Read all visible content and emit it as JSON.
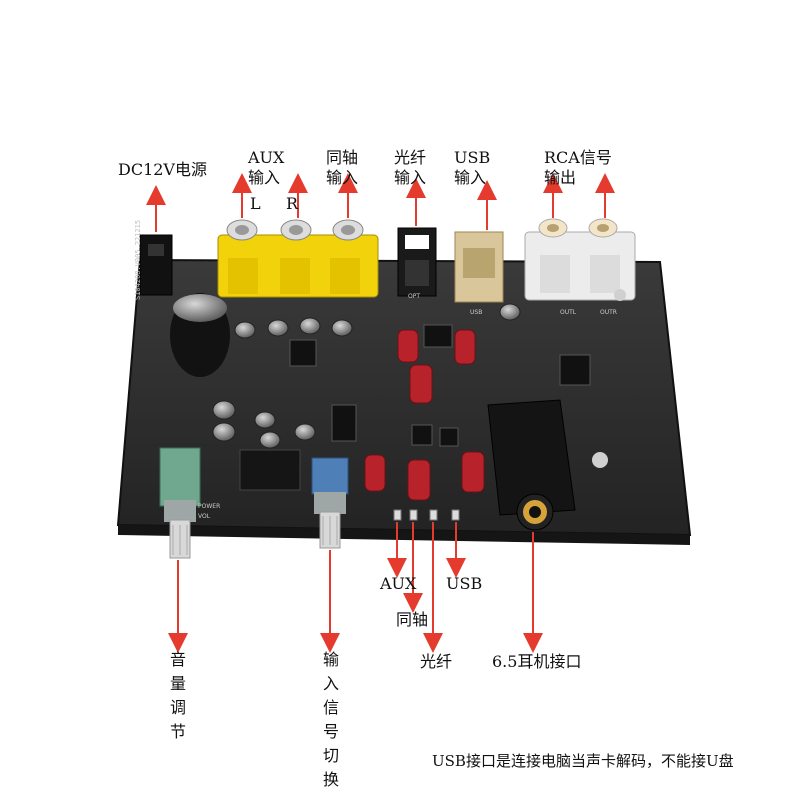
{
  "labels": {
    "dc12v_power": "DC12V电源",
    "aux_input": "AUX\n输入",
    "aux_l": "L",
    "aux_r": "R",
    "coax_input": "同轴\n输入",
    "optical_input": "光纤\n输入",
    "usb_input": "USB\n输入",
    "rca_output": "RCA信号\n输出",
    "led_aux": "AUX",
    "led_usb": "USB",
    "led_coax": "同轴",
    "led_optical": "光纤",
    "headphone_jack": "6.5耳机接口",
    "volume_control": "音量调节",
    "input_switch": "输入信号切换"
  },
  "note": "USB接口是连接电脑当声卡解码，不能接U盘",
  "board_silkscreen": {
    "optical": "OPT",
    "usb": "USB",
    "out_l": "OUTL",
    "out_r": "OUTR",
    "power": "POWER",
    "vol": "VOL",
    "serial": "S104208.V005.221215"
  },
  "colors": {
    "arrow": "#e53b2e",
    "pcb": "#2c2c2c",
    "rca_yellow": "#f2d20a",
    "rca_white": "#ececec",
    "cap_red": "#b8232b",
    "knob_green": "#6fa88e",
    "knob_blue": "#4e7fb6",
    "gold": "#d6a33a"
  }
}
